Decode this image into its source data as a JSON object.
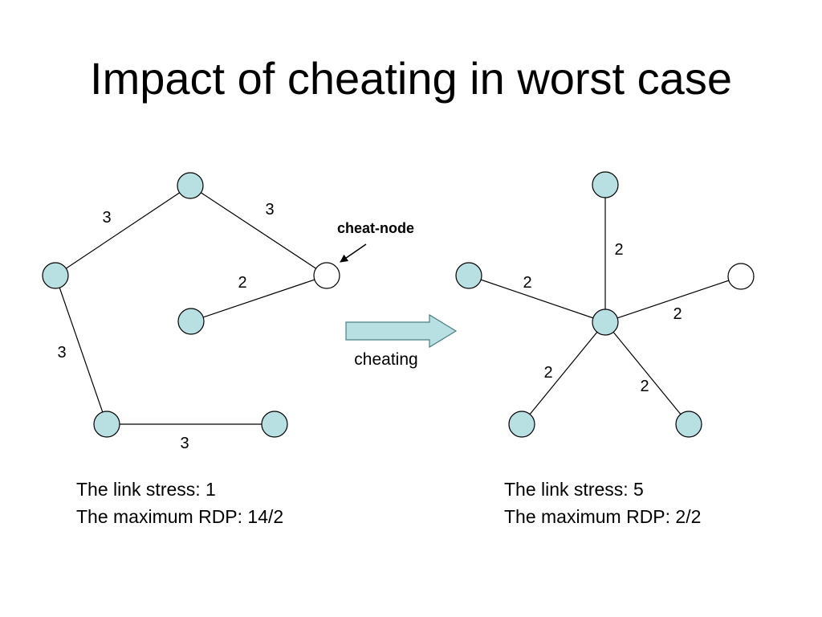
{
  "slide": {
    "title": "Impact of cheating in worst case"
  },
  "colors": {
    "node_fill": "#b8e0e3",
    "cheat_node_fill": "#ffffff",
    "edge": "#000000",
    "arrow_fill": "#b8e0e3"
  },
  "before": {
    "edge_labels": [
      "3",
      "3",
      "2",
      "3",
      "3"
    ],
    "cheat_label": "cheat-node",
    "caption": {
      "line1": "The link stress: 1",
      "line2": "The maximum RDP: 14/2"
    }
  },
  "transition": {
    "label": "cheating"
  },
  "after": {
    "edge_labels": [
      "2",
      "2",
      "2",
      "2",
      "2"
    ],
    "caption": {
      "line1": "The link stress: 5",
      "line2": "The maximum RDP: 2/2"
    }
  }
}
